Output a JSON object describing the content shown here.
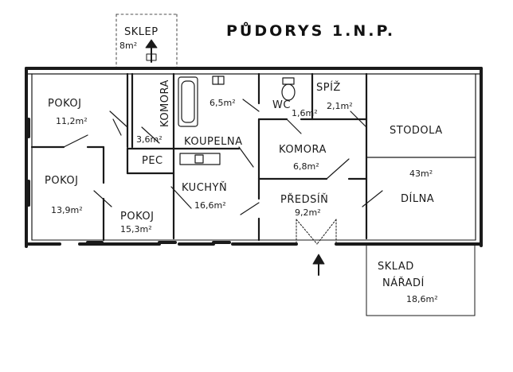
{
  "title": "PŮDORYS   1.N.P.",
  "rooms": {
    "sklep": {
      "name": "SKLEP",
      "area": "8m²"
    },
    "pokoj1": {
      "name": "POKOJ",
      "area": "11,2m²"
    },
    "komora1": {
      "name": "KOMORA",
      "area": "3,6m²"
    },
    "koupelna": {
      "name": "KOUPELNA",
      "area": "6,5m²"
    },
    "wc": {
      "name": "WC",
      "area": "1,6m²"
    },
    "spiz": {
      "name": "SPÍŽ",
      "area": "2,1m²"
    },
    "stodola": {
      "name": "STODOLA",
      "area": "43m²"
    },
    "dilna": {
      "name": "DÍLNA"
    },
    "komora2": {
      "name": "KOMORA",
      "area": "6,8m²"
    },
    "pec": {
      "name": "PEC"
    },
    "pokoj2": {
      "name": "POKOJ",
      "area": "13,9m²"
    },
    "pokoj3": {
      "name": "POKOJ",
      "area": "15,3m²"
    },
    "kuchyn": {
      "name": "KUCHYŇ",
      "area": "16,6m²"
    },
    "predsin": {
      "name": "PŘEDSÍŇ",
      "area": "9,2m²"
    },
    "sklad": {
      "name_line1": "SKLAD",
      "name_line2": "NÁŘADÍ",
      "area": "18,6m²"
    }
  }
}
